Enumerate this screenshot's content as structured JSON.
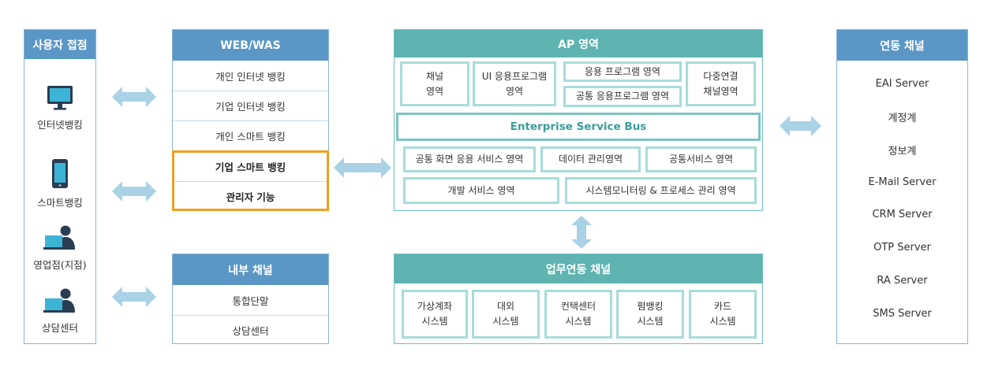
{
  "user_access": {
    "title": "사용자 접점",
    "items": [
      {
        "label": "인터넷뱅킹",
        "icon": "monitor-icon"
      },
      {
        "label": "스마트뱅킹",
        "icon": "smartphone-icon"
      },
      {
        "label": "영업점(지점)",
        "icon": "person-laptop-icon"
      },
      {
        "label": "상담센터",
        "icon": "person-laptop-icon"
      }
    ]
  },
  "web_was": {
    "title": "WEB/WAS",
    "rows": [
      "개인 인터넷 뱅킹",
      "기업 인터넷 뱅킹",
      "개인 스마트 뱅킹",
      "기업 스마트 뱅킹",
      "관리자 기능"
    ]
  },
  "internal_channel": {
    "title": "내부 채널",
    "rows": [
      "통합단말",
      "상담센터"
    ]
  },
  "ap": {
    "title": "AP 영역",
    "top_cells": [
      "채널\n영역",
      "UI 응용프로그램\n영역",
      "응용 프로그램 영역",
      "공통 응용프로그램  영역",
      "다중연결\n채널영역"
    ],
    "esb": "Enterprise Service Bus",
    "bottom_row1": [
      "공통 화면 응용 서비스 영역",
      "데이터 관리영역",
      "공통서비스 영역"
    ],
    "bottom_row2": [
      "개발 서비스 영역",
      "시스템모니터링  & 프로세스 관리 영역"
    ]
  },
  "business_channel": {
    "title": "업무연동 채널",
    "cells": [
      "가상계좌\n시스템",
      "대외\n시스템",
      "컨택센터\n시스템",
      "펌뱅킹\n시스템",
      "카드\n시스템"
    ]
  },
  "link_channel": {
    "title": "연동 채널",
    "items": [
      "EAI Server",
      "계정계",
      "정보계",
      "E-Mail Server",
      "CRM Server",
      "OTP Server",
      "RA Server",
      "SMS Server"
    ]
  },
  "colors": {
    "blue_header": "#5b97c6",
    "teal_header": "#5fb3b0",
    "highlight": "#f0a020",
    "arrow": "#a9d2e6"
  }
}
